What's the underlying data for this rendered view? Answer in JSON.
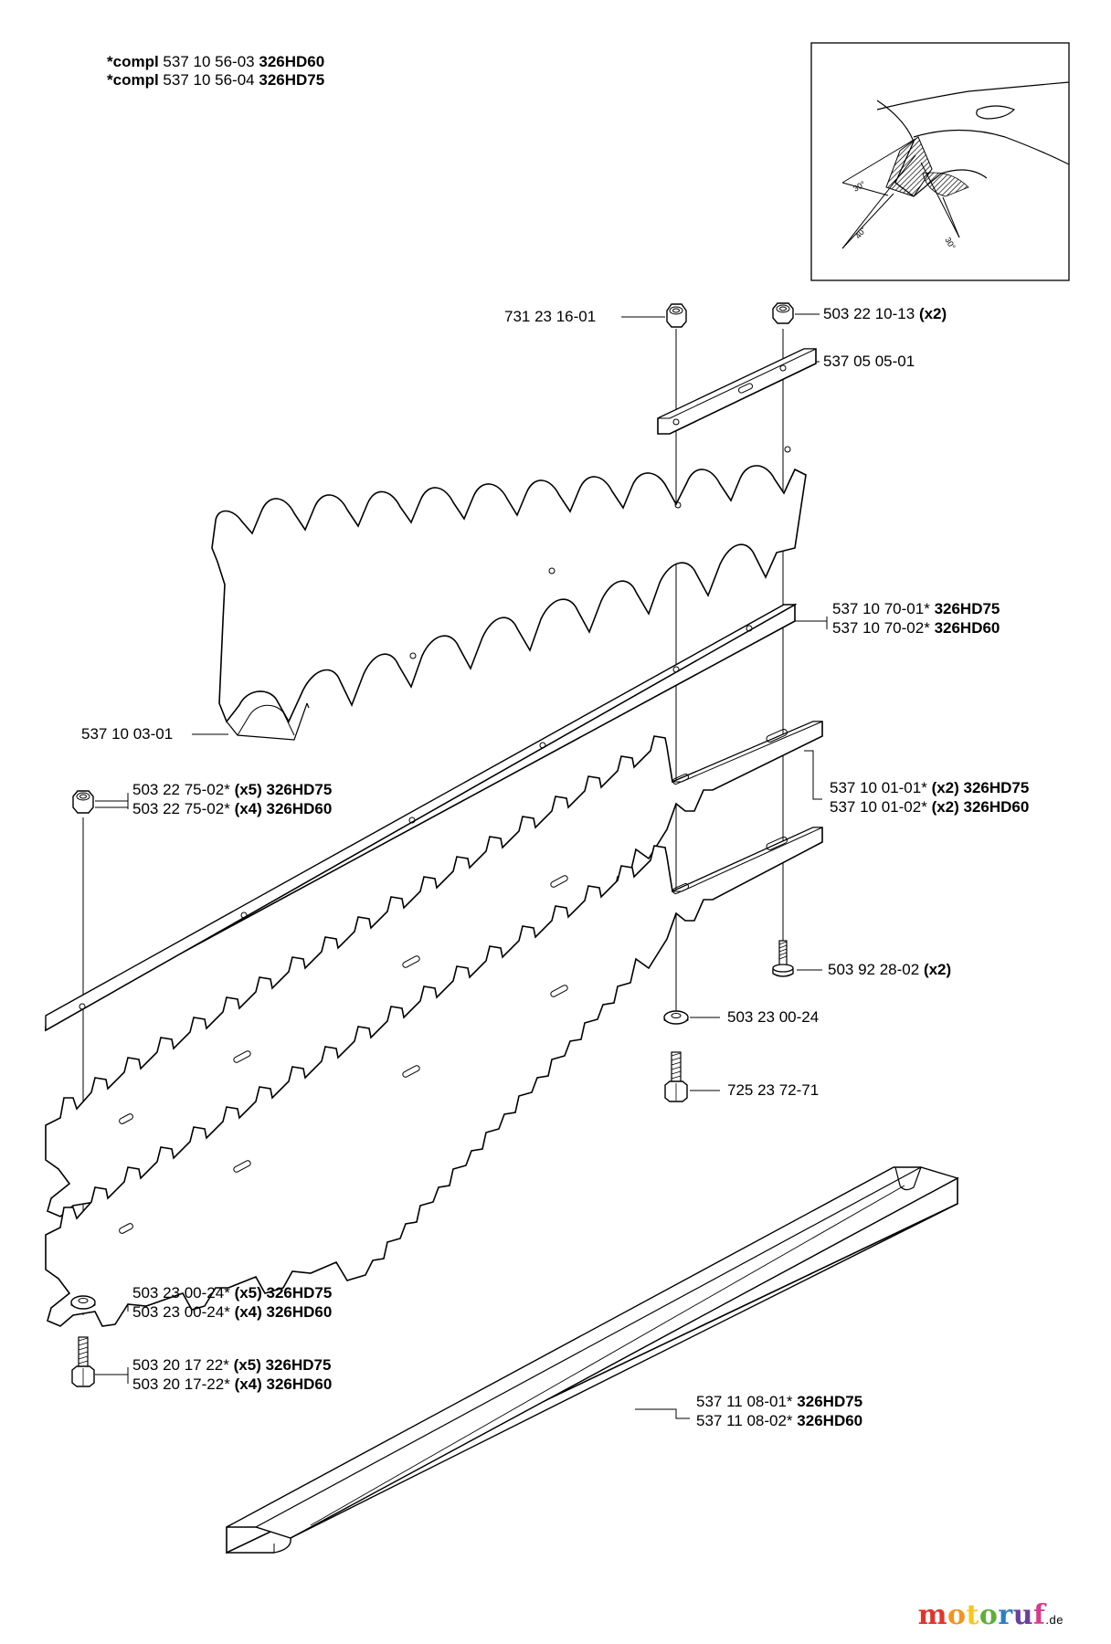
{
  "header": [
    {
      "prefix": "*compl",
      "code": "537 10 56-03",
      "model": "326HD60"
    },
    {
      "prefix": "*compl",
      "code": "537 10 56-04",
      "model": "326HD75"
    }
  ],
  "inset": {
    "angles": [
      "30°",
      "40°",
      "30°"
    ]
  },
  "labels": {
    "p1": {
      "code": "731 23 16-01",
      "extra": ""
    },
    "p2": {
      "code": "503 22 10-13",
      "extra": "(x2)"
    },
    "p3": {
      "code": "537 05 05-01",
      "extra": ""
    },
    "p4a": {
      "code": "537 10 70-01*",
      "extra": "326HD75"
    },
    "p4b": {
      "code": "537 10 70-02*",
      "extra": "326HD60"
    },
    "p5": {
      "code": "537 10 03-01",
      "extra": ""
    },
    "p6a": {
      "code": "503 22 75-02*",
      "extra": "(x5) 326HD75"
    },
    "p6b": {
      "code": "503 22 75-02*",
      "extra": "(x4) 326HD60"
    },
    "p7a": {
      "code": "537 10 01-01*",
      "extra": "(x2) 326HD75"
    },
    "p7b": {
      "code": "537 10 01-02*",
      "extra": "(x2) 326HD60"
    },
    "p8": {
      "code": "503 92 28-02",
      "extra": "(x2)"
    },
    "p9": {
      "code": "503 23 00-24",
      "extra": ""
    },
    "p10": {
      "code": "725 23 72-71",
      "extra": ""
    },
    "p11a": {
      "code": "503 23 00-24*",
      "extra": "(x5) 326HD75"
    },
    "p11b": {
      "code": "503 23 00-24*",
      "extra": "(x4) 326HD60"
    },
    "p12a": {
      "code": "503 20 17 22*",
      "extra": "(x5) 326HD75"
    },
    "p12b": {
      "code": "503 20 17-22*",
      "extra": "(x4) 326HD60"
    },
    "p13a": {
      "code": "537 11 08-01*",
      "extra": "326HD75"
    },
    "p13b": {
      "code": "537 11 08-02*",
      "extra": "326HD60"
    }
  },
  "watermark": {
    "letters": [
      "m",
      "o",
      "t",
      "o",
      "r",
      "u",
      "f"
    ],
    "colors": [
      "#e2342d",
      "#f29422",
      "#f5c61f",
      "#5fae3b",
      "#2d7fc1",
      "#6a3fa0",
      "#d83a8e"
    ],
    "suffix": ".de"
  }
}
